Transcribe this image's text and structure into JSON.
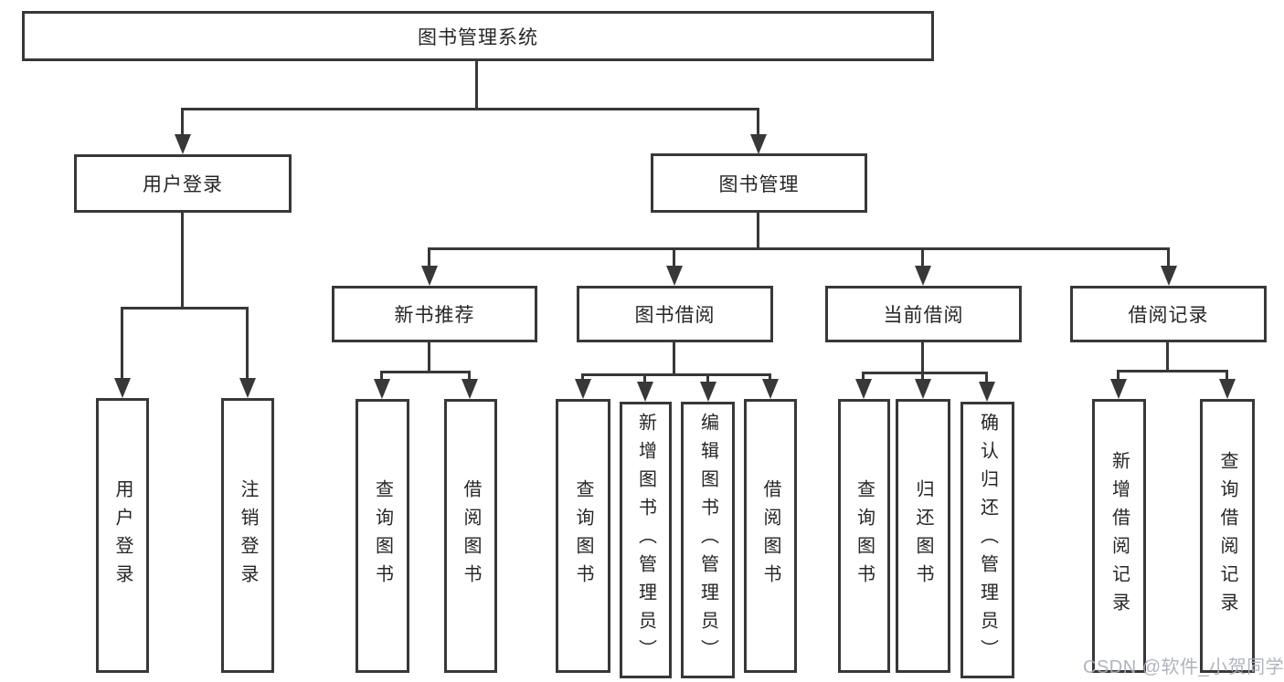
{
  "tree": {
    "root": "图书管理系统",
    "user_login": {
      "label": "用户登录",
      "children": [
        "用户登录",
        "注销登录"
      ]
    },
    "book_mgmt": {
      "label": "图书管理",
      "groups": [
        {
          "label": "新书推荐",
          "children": [
            "查询图书",
            "借阅图书"
          ]
        },
        {
          "label": "图书借阅",
          "children": [
            "查询图书",
            "新增图书（管理员）",
            "编辑图书（管理员）",
            "借阅图书"
          ]
        },
        {
          "label": "当前借阅",
          "children": [
            "查询图书",
            "归还图书",
            "确认归还（管理员）"
          ]
        },
        {
          "label": "借阅记录",
          "children": [
            "新增借阅记录",
            "查询借阅记录"
          ]
        }
      ]
    }
  },
  "watermark": "CSDN @软件_小贺同学",
  "colors": {
    "line": "#383838",
    "text": "#262626",
    "watermark": "#a9aeb9",
    "background": "#ffffff"
  }
}
